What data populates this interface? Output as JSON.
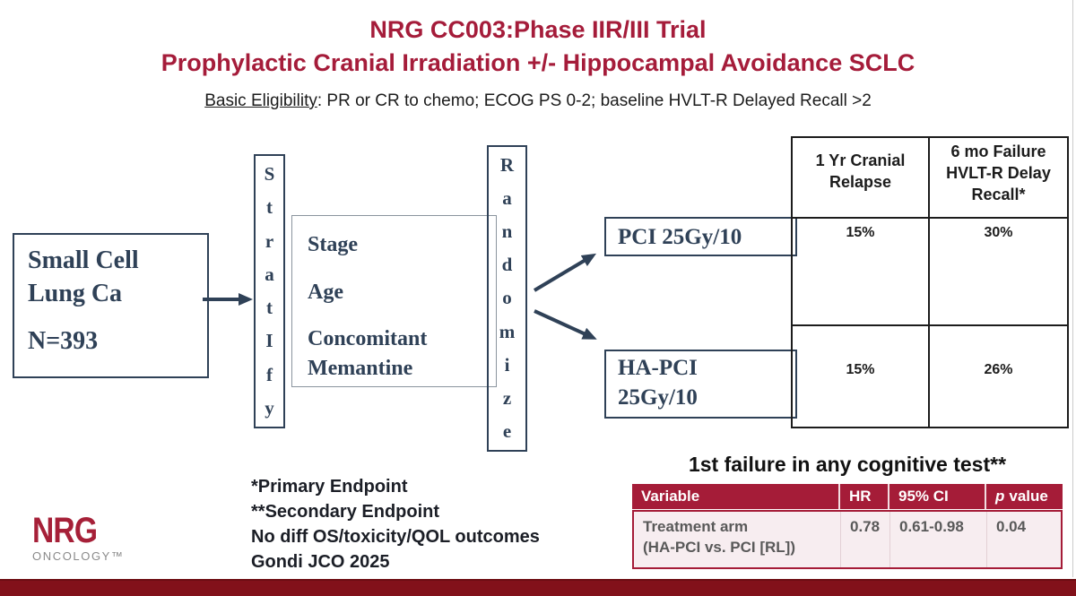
{
  "header": {
    "title_line1": "NRG CC003:Phase IIR/III Trial",
    "title_line2": "Prophylactic Cranial Irradiation +/- Hippocampal Avoidance SCLC",
    "eligibility_label": "Basic Eligibility",
    "eligibility_text": ": PR or CR to chemo; ECOG PS 0-2; baseline HVLT-R Delayed Recall >2"
  },
  "flowchart": {
    "patient_box": {
      "line1": "Small Cell",
      "line2": "Lung Ca",
      "n": "N=393"
    },
    "stratify_letters": [
      "S",
      "t",
      "r",
      "a",
      "t",
      "I",
      "f",
      "y"
    ],
    "factors": {
      "f1": "Stage",
      "f2": "Age",
      "f3a": "Concomitant",
      "f3b": "Memantine"
    },
    "randomize_letters": [
      "R",
      "a",
      "n",
      "d",
      "o",
      "m",
      "i",
      "z",
      "e"
    ],
    "arm_pci_label": "PCI 25Gy/10",
    "arm_hapci_line1": "HA-PCI",
    "arm_hapci_line2": "25Gy/10"
  },
  "outcome_table": {
    "col_header_1": "1 Yr Cranial Relapse",
    "col_header_2": "6 mo Failure HVLT-R Delay Recall*",
    "rows": [
      {
        "cranial_relapse": "15%",
        "hvlt_failure": "30%"
      },
      {
        "cranial_relapse": "15%",
        "hvlt_failure": "26%"
      }
    ]
  },
  "cognitive_table": {
    "title": "1st failure in any cognitive test**",
    "headers": {
      "variable": "Variable",
      "hr": "HR",
      "ci": "95% CI",
      "p_italic": "p",
      "p_rest": "value"
    },
    "row": {
      "variable_line1": "Treatment arm",
      "variable_line2": "(HA-PCI vs. PCI [RL])",
      "hr": "0.78",
      "ci": "0.61-0.98",
      "p": "0.04"
    }
  },
  "footnotes": [
    "*Primary Endpoint",
    "**Secondary Endpoint",
    "No diff OS/toxicity/QOL outcomes",
    "Gondi JCO 2025"
  ],
  "logo": {
    "text": "NRG",
    "subtext": "ONCOLOGY™"
  },
  "colors": {
    "crimson_title": "#A51C3A",
    "crimson_table_header": "#A51C38",
    "navy": "#2F4157",
    "row_pink": "#F7EDF0",
    "bottom_bar": "#82111A",
    "logo_gray": "#8A8A8A"
  }
}
